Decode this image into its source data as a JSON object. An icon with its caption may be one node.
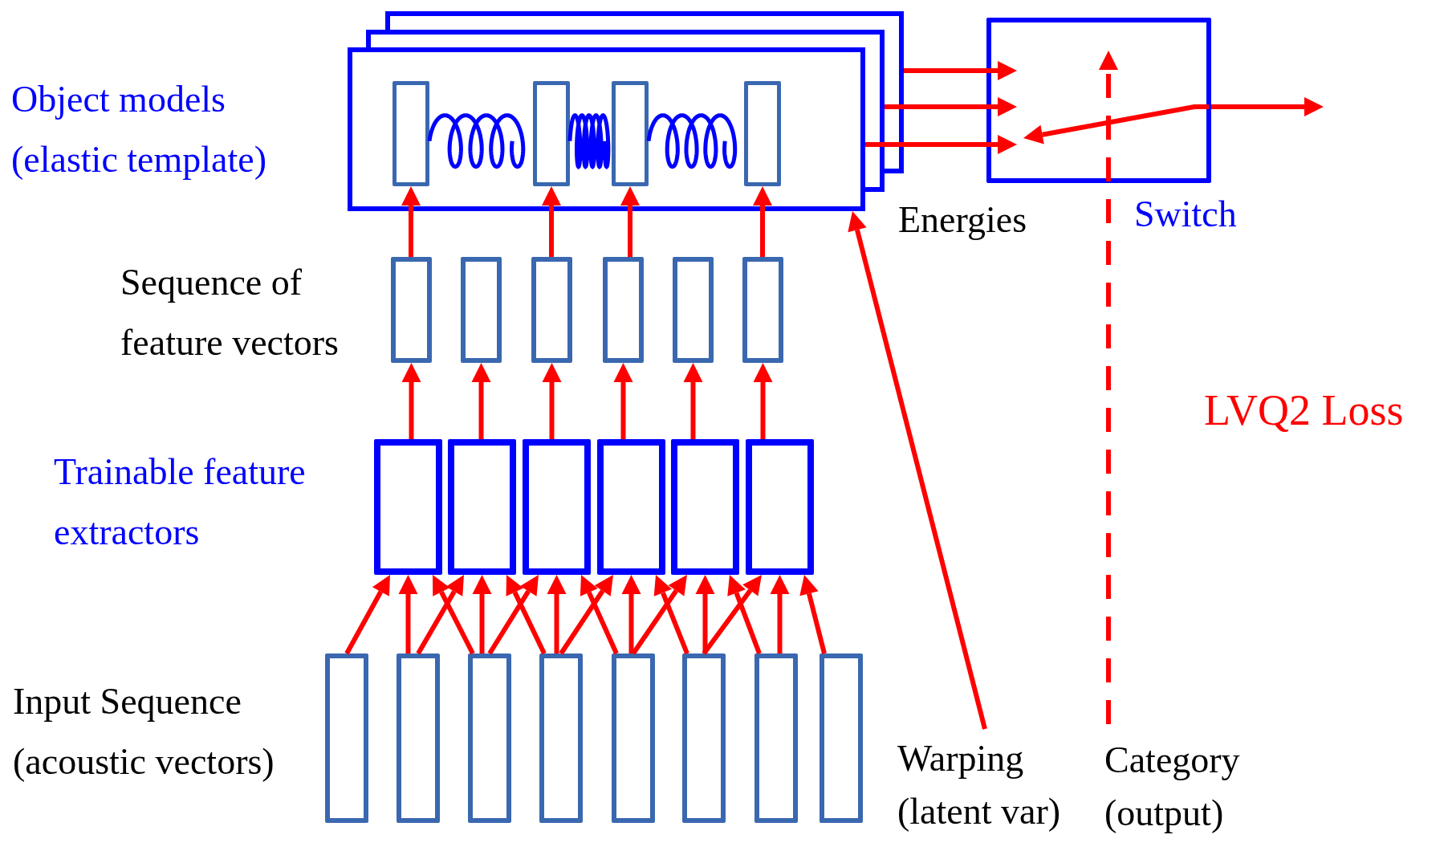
{
  "diagram": {
    "nodes": [
      {
        "text": [],
        "shape": "box"
      },
      {
        "text": [],
        "shape": "box",
        "in": 0
      },
      {
        "text": [],
        "shape": "box",
        "in": 0
      },
      {
        "text": [],
        "shape": "box",
        "in": 0
      },
      {
        "text": [],
        "shape": "box",
        "in": 0
      },
      {
        "text": [
          "Switch"
        ]
      },
      {
        "text": [],
        "shape": "box"
      },
      {
        "text": [],
        "shape": "box"
      },
      {
        "text": [],
        "shape": "box"
      },
      {
        "text": [],
        "shape": "box"
      },
      {
        "text": [],
        "shape": "box"
      },
      {
        "text": [],
        "shape": "box"
      },
      {
        "text": [],
        "shape": "box"
      },
      {
        "text": [],
        "shape": "box"
      },
      {
        "text": [],
        "shape": "box"
      },
      {
        "text": [],
        "shape": "box"
      },
      {
        "text": [],
        "shape": "box"
      },
      {
        "text": [],
        "shape": "box"
      },
      {
        "text": [],
        "shape": "box"
      },
      {
        "text": [],
        "shape": "box"
      },
      {
        "text": [],
        "shape": "box"
      },
      {
        "text": [],
        "shape": "box"
      },
      {
        "text": [],
        "shape": "box"
      },
      {
        "text": [],
        "shape": "box"
      },
      {
        "text": [],
        "shape": "box"
      },
      {
        "text": [],
        "shape": "box"
      },
      {
        "text": [
          "Warping (latent var)"
        ]
      },
      {
        "text": [
          "Category (output)"
        ]
      }
    ],
    "edges": [
      {
        "from": 0,
        "to": 5,
        "arrow": "to"
      },
      {
        "from": 0,
        "to": 5,
        "arrow": "to"
      },
      {
        "from": 0,
        "to": 5,
        "arrow": "to"
      },
      {
        "from": 5,
        "to": null,
        "arrow": "to"
      },
      {
        "from": 1,
        "to": 2,
        "arrow": "none",
        "color": "#0000ff"
      },
      {
        "from": 2,
        "to": 3,
        "arrow": "none",
        "color": "#0000ff"
      },
      {
        "from": 3,
        "to": 4,
        "arrow": "none",
        "color": "#0000ff"
      },
      {
        "from": 6,
        "to": 1,
        "arrow": "to"
      },
      {
        "from": 8,
        "to": 2,
        "arrow": "to"
      },
      {
        "from": 9,
        "to": 3,
        "arrow": "to"
      },
      {
        "from": 11,
        "to": 4,
        "arrow": "to"
      },
      {
        "from": 12,
        "to": 6,
        "arrow": "to"
      },
      {
        "from": 13,
        "to": 7,
        "arrow": "to"
      },
      {
        "from": 14,
        "to": 8,
        "arrow": "to"
      },
      {
        "from": 15,
        "to": 9,
        "arrow": "to"
      },
      {
        "from": 16,
        "to": 10,
        "arrow": "to"
      },
      {
        "from": 17,
        "to": 11,
        "arrow": "to"
      },
      {
        "from": 18,
        "to": 12,
        "arrow": "to"
      },
      {
        "from": 19,
        "to": 12,
        "arrow": "to"
      },
      {
        "from": 20,
        "to": 12,
        "arrow": "to"
      },
      {
        "from": 19,
        "to": 13,
        "arrow": "to"
      },
      {
        "from": 20,
        "to": 13,
        "arrow": "to"
      },
      {
        "from": 21,
        "to": 13,
        "arrow": "to"
      },
      {
        "from": 20,
        "to": 14,
        "arrow": "to"
      },
      {
        "from": 21,
        "to": 14,
        "arrow": "to"
      },
      {
        "from": 22,
        "to": 14,
        "arrow": "to"
      },
      {
        "from": 21,
        "to": 15,
        "arrow": "to"
      },
      {
        "from": 22,
        "to": 15,
        "arrow": "to"
      },
      {
        "from": 23,
        "to": 15,
        "arrow": "to"
      },
      {
        "from": 22,
        "to": 16,
        "arrow": "to"
      },
      {
        "from": 23,
        "to": 16,
        "arrow": "to"
      },
      {
        "from": 24,
        "to": 16,
        "arrow": "to"
      },
      {
        "from": 23,
        "to": 17,
        "arrow": "to"
      },
      {
        "from": 24,
        "to": 17,
        "arrow": "to"
      },
      {
        "from": 25,
        "to": 17,
        "arrow": "to"
      },
      {
        "from": 26,
        "to": 0,
        "arrow": "to"
      },
      {
        "from": 27,
        "to": 5,
        "arrow": "to",
        "style": "dashed"
      }
    ],
    "labels": [
      "Object models (elastic template)",
      "Energies",
      "Sequence of feature vectors",
      "LVQ2 Loss",
      "Trainable feature extractors",
      "Input Sequence (acoustic vectors)"
    ]
  }
}
